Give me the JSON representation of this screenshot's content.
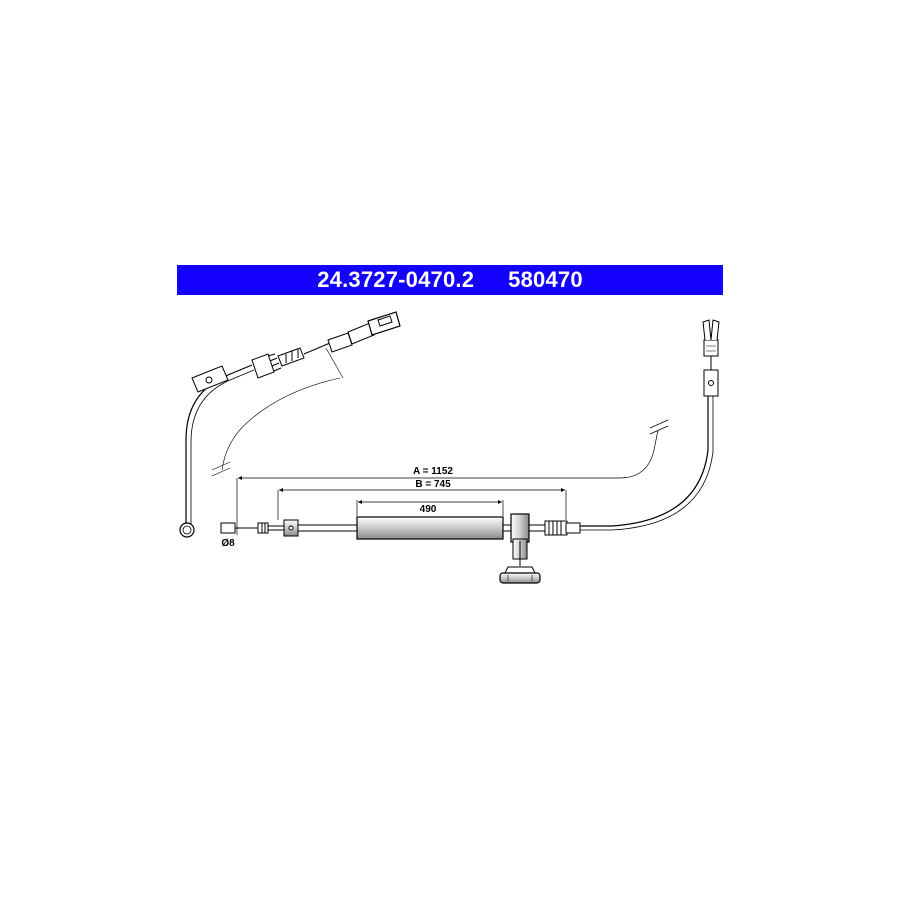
{
  "header": {
    "part_number": "24.3727-0470.2",
    "reference_number": "580470",
    "background_color": "#1400ff",
    "text_color": "#ffffff"
  },
  "dimensions": {
    "length_a": "A = 1152",
    "length_b": "B = 745",
    "sleeve_length": "490",
    "nipple_diameter": "Ø8"
  },
  "colors": {
    "line": "#000000",
    "shading": "#d8d8d8"
  }
}
